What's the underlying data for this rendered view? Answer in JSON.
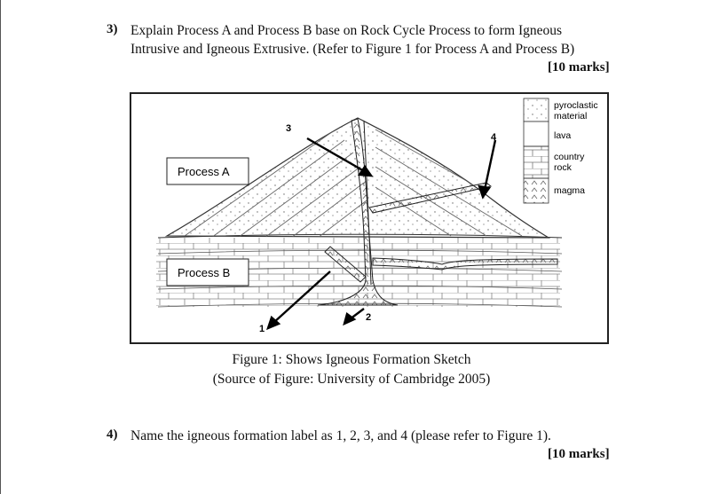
{
  "q3": {
    "number": "3)",
    "line1": "Explain Process A and Process B base on Rock Cycle Process to form Igneous",
    "line2": "Intrusive and Igneous Extrusive. (Refer to Figure 1 for Process A and Process B)",
    "marks": "[10 marks]"
  },
  "figure": {
    "labels": {
      "process_a": "Process A",
      "process_b": "Process B",
      "n1": "1",
      "n2": "2",
      "n3": "3",
      "n4": "4"
    },
    "legend": {
      "pyroclastic_1": "pyroclastic",
      "pyroclastic_2": "material",
      "lava": "lava",
      "country_1": "country",
      "country_2": "rock",
      "magma": "magma"
    },
    "caption1": "Figure 1: Shows Igneous Formation Sketch",
    "caption2": "(Source of Figure: University of Cambridge 2005)"
  },
  "q4": {
    "number": "4)",
    "text": "Name the igneous formation label as 1, 2, 3, and 4 (please refer to Figure 1).",
    "marks": "[10 marks]"
  }
}
